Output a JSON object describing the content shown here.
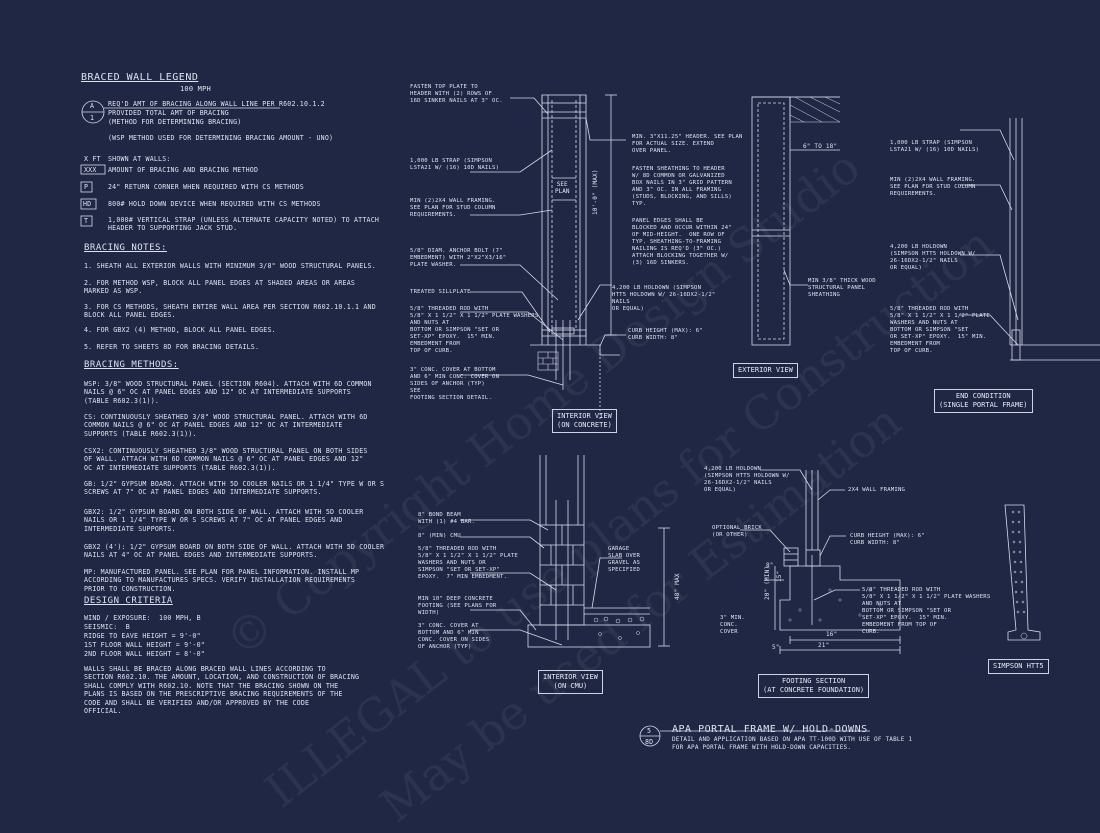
{
  "legend": {
    "title": "BRACED WALL LEGEND",
    "speed": "100 MPH",
    "symbol_a_top": "A",
    "symbol_a_bottom": "1",
    "line1": "REQ'D AMT OF BRACING ALONG WALL LINE PER R602.10.1.2",
    "line2": "PROVIDED TOTAL AMT OF BRACING",
    "line3": "(METHOD FOR DETERMINING BRACING)",
    "line4": "(WSP METHOD USED FOR DETERMINING BRACING AMOUNT - UNO)",
    "xft_label": "X FT",
    "xxx_label": "XXX",
    "shown": "SHOWN AT WALLS:",
    "amount": "AMOUNT OF BRACING AND BRACING METHOD",
    "p_sym": "P",
    "p_text": "24\" RETURN CORNER WHEN REQUIRED WITH CS METHODS",
    "hd_sym": "HD",
    "hd_text": "800# HOLD DOWN DEVICE WHEN REQUIRED WITH CS METHODS",
    "t_sym": "T",
    "t_text": "1,000# VERTICAL STRAP (UNLESS ALTERNATE CAPACITY NOTED) TO ATTACH\nHEADER TO SUPPORTING JACK STUD."
  },
  "notes": {
    "title": "BRACING NOTES:",
    "n1": "1. SHEATH ALL EXTERIOR WALLS WITH MINIMUM 3/8\" WOOD STRUCTURAL PANELS.",
    "n2": "2. FOR METHOD WSP, BLOCK ALL PANEL EDGES AT SHADED AREAS OR AREAS\nMARKED AS WSP.",
    "n3": "3. FOR CS METHODS, SHEATH ENTIRE WALL AREA PER SECTION R602.10.1.1 AND\nBLOCK ALL PANEL EDGES.",
    "n4": "4. FOR GBx2 (4) METHOD, BLOCK ALL PANEL EDGES.",
    "n5": "5. REFER TO SHEETS 8D FOR BRACING DETAILS."
  },
  "methods": {
    "title": "BRACING METHODS:",
    "wsp": "WSP: 3/8\" WOOD STRUCTURAL PANEL (SECTION R604). ATTACH WITH 6d COMMON\nNAILS @ 6\" OC AT PANEL EDGES AND 12\" OC AT INTERMEDIATE SUPPORTS\n(TABLE R602.3(1)).",
    "cs": "CS: CONTINUOUSLY SHEATHED 3/8\" WOOD STRUCTURAL PANEL. ATTACH WITH 6d\nCOMMON NAILS @ 6\" OC AT PANEL EDGES AND 12\" OC AT INTERMEDIATE\nSUPPORTS (TABLE R602.3(1)).",
    "csx2": "CSx2: CONTINUOUSLY SHEATHED 3/8\" WOOD STRUCTURAL PANEL ON BOTH SIDES\nOF WALL. ATTACH WITH 6d COMMON NAILS @ 6\" OC AT PANEL EDGES AND 12\"\nOC AT INTERMEDIATE SUPPORTS (TABLE R602.3(1)).",
    "gb": "GB: 1/2\" GYPSUM BOARD. ATTACH WITH 5d COOLER NAILS OR 1 1/4\" TYPE W OR S\nSCREWS AT 7\" OC AT PANEL EDGES AND INTERMEDIATE SUPPORTS.",
    "gbx2": "GBx2: 1/2\" GYPSUM BOARD ON BOTH SIDE OF WALL. ATTACH WITH 5d COOLER\nNAILS OR 1 1/4\" TYPE W OR S SCREWS AT 7\" OC AT PANEL EDGES AND\nINTERMEDIATE SUPPORTS.",
    "gbx2b": "GBx2 (4'): 1/2\" GYPSUM BOARD ON BOTH SIDE OF WALL. ATTACH WITH 5d COOLER\nNAILS AT 4\" OC AT PANEL EDGES AND INTERMEDIATE SUPPORTS.",
    "mp": "MP: MANUFACTURED PANEL. SEE PLAN FOR PANEL INFORMATION. INSTALL MP\nACCORDING TO MANUFACTURES SPECS. VERIFY INSTALLATION REQUIREMENTS\nPRIOR TO CONSTRUCTION."
  },
  "criteria": {
    "title": "DESIGN CRITERIA",
    "c1": "WIND / EXPOSURE:  100 MPH, B",
    "c2": "SEISMIC:  B",
    "c3": "RIDGE TO EAVE HEIGHT = 9'-0\"",
    "c4": "1ST FLOOR WALL HEIGHT = 9'-0\"",
    "c5": "2ND FLOOR WALL HEIGHT = 8'-0\"",
    "para": "WALLS SHALL BE BRACED ALONG BRACED WALL LINES ACCORDING TO\nSECTION R602.10. THE AMOUNT, LOCATION, AND CONSTRUCTION OF BRACING\nSHALL COMPLY WITH R602.10. NOTE THAT THE BRACING SHOWN ON THE\nPLANS IS BASED ON THE PRESCRIPTIVE BRACING REQUIREMENTS OF THE\nCODE AND SHALL BE VERIFIED AND/OR APPROVED BY THE CODE\nOFFICIAL."
  },
  "interior_concrete": {
    "a1": "FASTEN TOP PLATE TO\nHEADER WITH (2) ROWS OF\n16d SINKER NAILS AT 3\" OC.",
    "a2": "1,000 LB STRAP (SIMPSON\nLSTA21 W/ (16) 10d NAILS)",
    "a3": "MIN (2)2X4 WALL FRAMING.\nSEE PLAN FOR STUD COLUMN\nREQUIREMENTS.",
    "a4": "5/8\" DIAM. ANCHOR BOLT (7\"\nEMBEDMENT) WITH 2\"x2\"x3/16\"\nPLATE WASHER.",
    "a5": "TREATED SILLPLATE",
    "a6": "5/8\" THREADED ROD WITH\n5/8\" x 1 1/2\" x 1 1/2\" PLATE WASHERS\nAND NUTS AT\nBOTTOM OR SIMPSON \"SET OR\nSET-XP\" EPOXY.  15\" MIN.\nEMBEDMENT FROM\nTOP OF CURB.",
    "a7": "3\" CONC. COVER AT BOTTOM\nAND 6\" MIN CONC. COVER ON\nSIDES OF ANCHOR (TYP)\nSEE\nFOOTING SECTION DETAIL.",
    "a8": "MIN. 3\"x11.25\" HEADER. SEE PLAN\nFOR ACTUAL SIZE. EXTEND\nOVER PANEL.",
    "a9": "FASTEN SHEATHING TO HEADER\nW/ 8d COMMON OR GALVANIZED\nBOX NAILS IN 3\" GRID PATTERN\nAND 3\" OC. IN ALL FRAMING\n(STUDS, BLOCKING, AND SILLS)\nTYP.",
    "a10": "PANEL EDGES SHALL BE\nBLOCKED AND OCCUR WITHIN 24\"\nOF MID-HEIGHT.  ONE ROW OF\nTYP. SHEATHING-TO-FRAMING\nNAILING IS REQ'D (3\" OC.)\nATTACH BLOCKING TOGETHER W/\n(3) 16d SINKERS.",
    "a11": "4,200 LB HOLDOWN (SIMPSON\nHTT5 HOLDOWN W/ 26-16dx2-1/2\"\nNAILS\nOR EQUAL)",
    "a12": "CURB HEIGHT (MAX): 6\"\nCURB WIDTH: 8\"",
    "see_plan": "SEE\nPLAN",
    "dim": "10'-0\" (MAX)",
    "label": "INTERIOR VIEW\n(ON CONCRETE)"
  },
  "exterior": {
    "dim": "6\" TO 18\"",
    "note": "MIN 3/8\" THICK WOOD\nSTRUCTURAL PANEL\nSHEATHING",
    "label": "EXTERIOR VIEW"
  },
  "end_condition": {
    "e1": "1,000 LB STRAP (SIMPSON\nLSTA21 W/ (16) 10d NAILS)",
    "e2": "MIN (2)2X4 WALL FRAMING.\nSEE PLAN FOR STUD COLUMN\nREQUIREMENTS.",
    "e3": "4,200 LB HOLDOWN\n(SIMPSON HTT5 HOLDOWN W/\n26-16dx2-1/2\" NAILS\nOR EQUAL)",
    "e4": "5/8\" THREADED ROD WITH\n5/8\" x 1 1/2\" x 1 1/2\" PLATE\nWASHERS AND NUTS AT\nBOTTOM OR SIMPSON \"SET\nOR SET-XP\" EPOXY.  15\" MIN.\nEMBEDMENT FROM\nTOP OF CURB.",
    "label": "END CONDITION\n(SINGLE PORTAL FRAME)"
  },
  "interior_cmu": {
    "b1": "8\" BOND BEAM\nWITH (1) #4 BAR.",
    "b2": "8\" (MIN) CMU",
    "b3": "5/8\" THREADED ROD WITH\n5/8\" x 1 1/2\" x 1 1/2\" PLATE\nWASHERS AND NUTS OR\nSIMPSON \"SET OR SET-XP\"\nEPOXY.  7\" MIN EMBEDMENT.",
    "b4": "MIN 10\" DEEP CONCRETE\nFOOTING (SEE PLANS FOR\nWIDTH)",
    "b5": "3\" CONC. COVER AT\nBOTTOM AND 6\" MIN\nCONC. COVER ON SIDES\nOF ANCHOR (TYP)",
    "b6": "GARAGE\nSLAB OVER\nGRAVEL AS\nSPECIFIED",
    "dim": "48\" MAX",
    "label": "INTERIOR VIEW\n(ON CMU)"
  },
  "footing": {
    "f1": "4,200 LB HOLDOWN\n(SIMPSON HTT5 HOLDOWN W/\n26-16dx2-1/2\" NAILS\nOR EQUAL)",
    "f2": "2X4 WALL FRAMING",
    "f3": "OPTIONAL BRICK\n(OR OTHER)",
    "f4": "CURB HEIGHT (MAX): 6\"\nCURB WIDTH: 8\"",
    "f5": "5/8\" THREADED ROD WITH\n5/8\" x 1 1/2\" x 1 1/2\" PLATE WASHERS\nAND NUTS AT\nBOTTOM OR SIMPSON \"SET OR\nSET-XP\" EPOXY.  15\" MIN.\nEMBEDMENT FROM TOP OF\nCURB.",
    "f6": "3\" MIN.\nCONC.\nCOVER",
    "d1": "15\"",
    "d2": "8\"",
    "d3": "20\" (MIN)",
    "d4": "16\"",
    "d5": "21\"",
    "d6": "5\"",
    "label": "FOOTING SECTION\n(AT CONCRETE FOUNDATION)"
  },
  "simpson": {
    "label": "SIMPSON HTT5"
  },
  "title_block": {
    "num_top": "5",
    "num_bottom": "8D",
    "title": "APA PORTAL FRAME W/ HOLD-DOWNS",
    "desc": "DETAIL AND APPLICATION BASED ON APA TT-100D WITH USE OF TABLE 1\nFOR APA PORTAL FRAME WITH HOLD-DOWN CAPACITIES."
  },
  "watermark": {
    "w1": "© Copyright Home Design Studio",
    "w2": "ILLEGAL to use plans for Construction",
    "w3": "May be used for Estimation"
  }
}
